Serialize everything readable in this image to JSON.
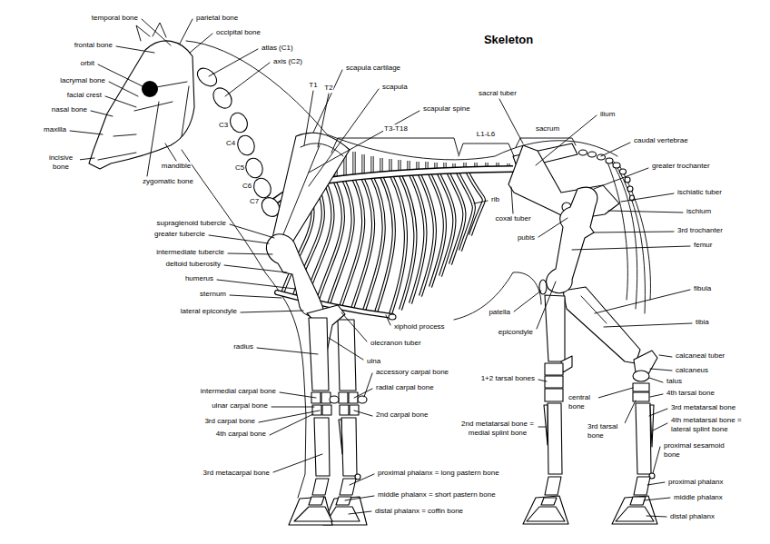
{
  "diagram": {
    "title": "Skeleton",
    "labels": [
      "temporal bone",
      "parietal bone",
      "occipital bone",
      "frontal bone",
      "atlas (C1)",
      "axis (C2)",
      "orbit",
      "lacrymal bone",
      "facial crest",
      "nasal bone",
      "maxilla",
      "incisive bone",
      "mandible",
      "zygomatic bone",
      "C3",
      "C4",
      "C5",
      "C6",
      "C7",
      "scapula cartilage",
      "T1",
      "T2",
      "scapula",
      "scapular spine",
      "sacral tuber",
      "ilium",
      "T3-T18",
      "sacrum",
      "L1-L6",
      "caudal vertebrae",
      "greater trochanter",
      "ischiatic tuber",
      "rib",
      "ischium",
      "coxal tuber",
      "supraglenoid tubercle",
      "3rd trochanter",
      "greater tubercle",
      "pubis",
      "femur",
      "intermediate tubercle",
      "deltoid tuberosity",
      "humerus",
      "fibula",
      "sternum",
      "lateral epicondyle",
      "patella",
      "tibia",
      "xiphoid process",
      "epicondyle",
      "olecranon tuber",
      "radius",
      "calcaneal tuber",
      "ulna",
      "calcaneus",
      "accessory carpal bone",
      "1+2 tarsal bones",
      "talus",
      "radial carpal bone",
      "intermedial carpal bone",
      "4th tarsal bone",
      "central bone",
      "ulnar carpal bone",
      "3rd metatarsal bone",
      "2nd carpal bone",
      "3rd carpal bone",
      "4th metatarsal bone = lateral splint bone",
      "2nd metatarsal bone = medial splint bone",
      "3rd tarsal bone",
      "4th carpal bone",
      "proximal sesamoid bone",
      "3rd metacarpal bone",
      "proximal phalanx = long pastern bone",
      "proximal phalanx",
      "middle phalanx = short pastern bone",
      "middle phalanx",
      "distal phalanx = coffin bone",
      "distal phalanx"
    ]
  }
}
